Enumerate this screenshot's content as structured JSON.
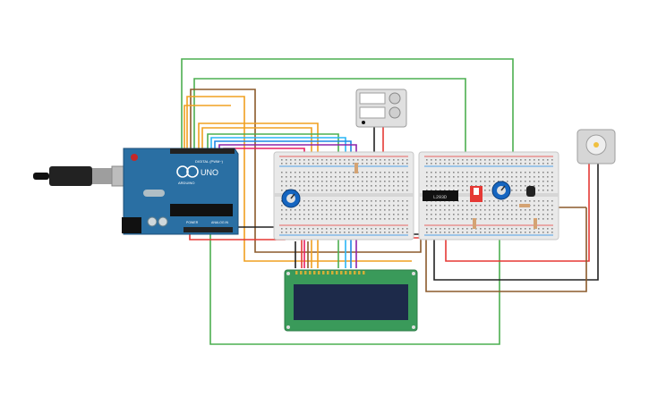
{
  "arduino": {
    "logo_text": "UNO",
    "brand_text": "ARDUINO",
    "digital_label": "DIGITAL (PWM~)",
    "power_label": "POWER",
    "analog_label": "ANALOG IN"
  },
  "chip": {
    "label": "L293D"
  },
  "colors": {
    "board": "#2a6fa3",
    "breadboard": "#e9e9e9",
    "lcd_pcb": "#3a9a5a",
    "lcd_screen": "#1d2a4a",
    "wire_green": "#4caf50",
    "wire_red": "#e53935",
    "wire_orange": "#f0a020",
    "wire_brown": "#8b5a2b",
    "wire_black": "#222222"
  },
  "icons": {
    "usb_cable": "usb-cable-icon",
    "potentiometer": "potentiometer-icon",
    "motor": "dc-motor-icon",
    "power_supply": "power-supply-icon",
    "switch": "slide-switch-icon",
    "transistor": "transistor-icon"
  }
}
